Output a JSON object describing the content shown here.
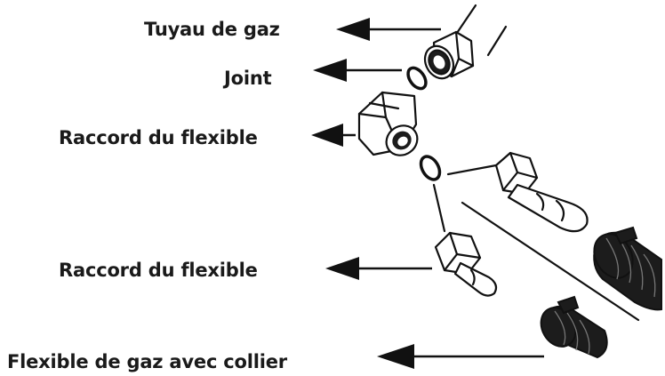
{
  "labels": {
    "gas_pipe": "Tuyau de gaz",
    "seal": "Joint",
    "hose_fitting_top": "Raccord du flexible",
    "hose_fitting_bottom": "Raccord du flexible",
    "gas_hose_with_clamp": "Flexible de gaz avec collier"
  }
}
